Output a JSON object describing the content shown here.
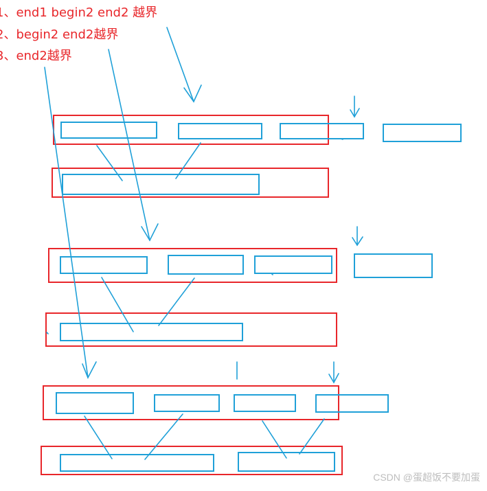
{
  "annotations": [
    {
      "text": "1、end1  begin2 end2 越界"
    },
    {
      "text": "2、begin2 end2越界"
    },
    {
      "text": "3、end2越界"
    }
  ],
  "watermark": "CSDN @蛋超饭不要加蛋",
  "colors": {
    "red": "#e8262a",
    "blue": "#1fa0d8",
    "background": "#ffffff"
  }
}
